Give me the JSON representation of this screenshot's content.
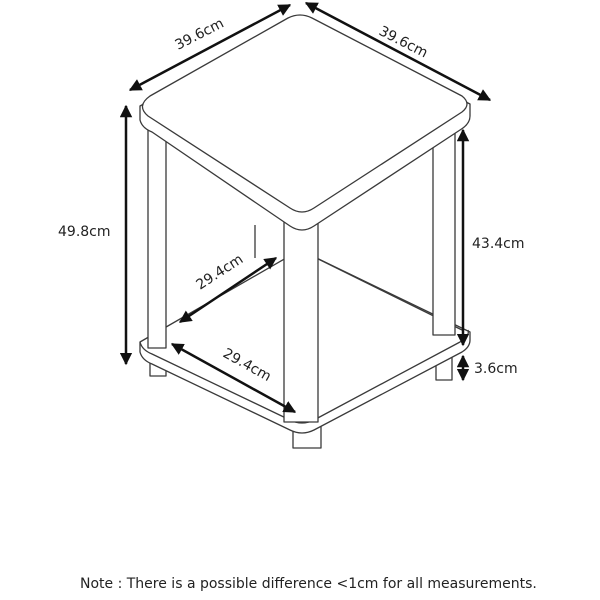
{
  "dimensions": {
    "top_depth": "39.6cm",
    "top_width": "39.6cm",
    "total_height": "49.8cm",
    "inner_height": "43.4cm",
    "foot_height": "3.6cm",
    "inner_depth": "29.4cm",
    "inner_width": "29.4cm"
  },
  "note": "Note : There is a possible difference <1cm for all measurements.",
  "colors": {
    "line": "#3a3a3a",
    "arrow": "#111111"
  }
}
